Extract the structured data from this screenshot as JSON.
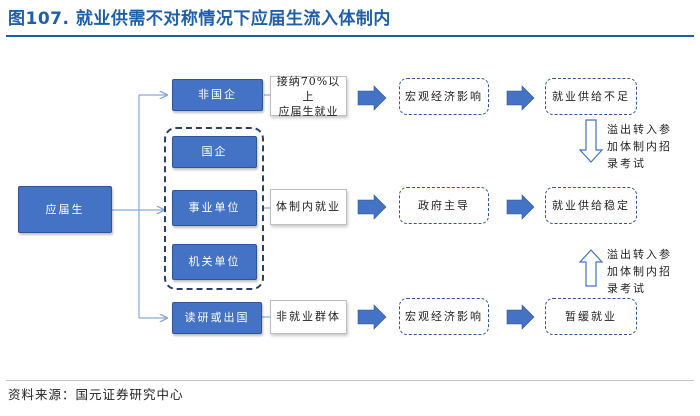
{
  "title": "图107. 就业供需不对称情况下应届生流入体制内",
  "source": "资料来源：国元证券研究中心",
  "nodes": {
    "graduate": "应届生",
    "soe": "非国企",
    "state_enterprise": "国企",
    "public_institution": "事业单位",
    "government_agency": "机关单位",
    "study_abroad": "读研或出国",
    "absorb_graduates": "接纳70%以上\n应届生就业",
    "system_employment": "体制内就业",
    "non_employment": "非就业群体",
    "macro_economy_top": "宏观经济影响",
    "government_led": "政府主导",
    "macro_economy_bottom": "宏观经济影响",
    "supply_shortage": "就业供给不足",
    "supply_stable": "就业供给稳定",
    "temporary_employment": "暂缓就业"
  },
  "notes": {
    "overflow_top": "溢出转入参\n加体制内招\n录考试",
    "overflow_bottom": "溢出转入参\n加体制内招\n录考试"
  },
  "colors": {
    "title": "#1f5fa8",
    "node_blue": "#4472c4",
    "connector": "#8aa9d6",
    "arrow_fill": "#4472c4"
  }
}
